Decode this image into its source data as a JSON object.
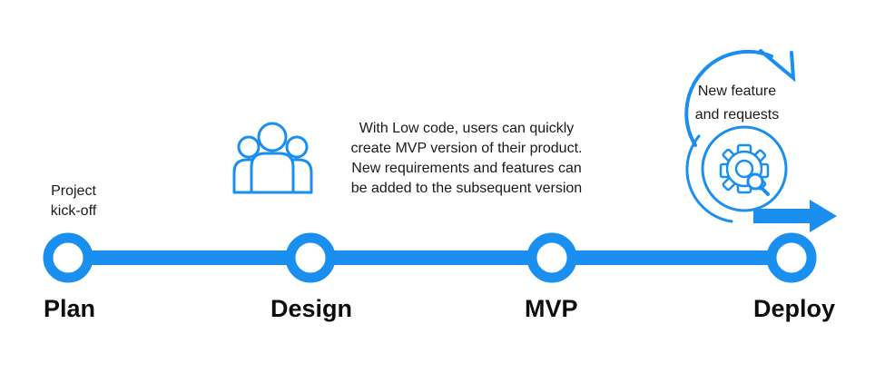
{
  "stages": [
    {
      "name": "Plan"
    },
    {
      "name": "Design"
    },
    {
      "name": "MVP"
    },
    {
      "name": "Deploy"
    }
  ],
  "notes": {
    "kickoff": [
      "Project",
      "kick-off"
    ],
    "low_code": [
      "With Low code, users can quickly",
      "create MVP version of their product.",
      "New requirements and features can",
      "be added to the subsequent version"
    ],
    "feature": [
      "New feature",
      "and requests"
    ]
  },
  "icons": {
    "users": "users-group-icon",
    "gear": "gear-search-icon",
    "cycle": "circular-arrow-icon",
    "forward": "forward-arrow-icon"
  },
  "colors": {
    "accent": "#1a8ff0",
    "text": "#111111"
  }
}
